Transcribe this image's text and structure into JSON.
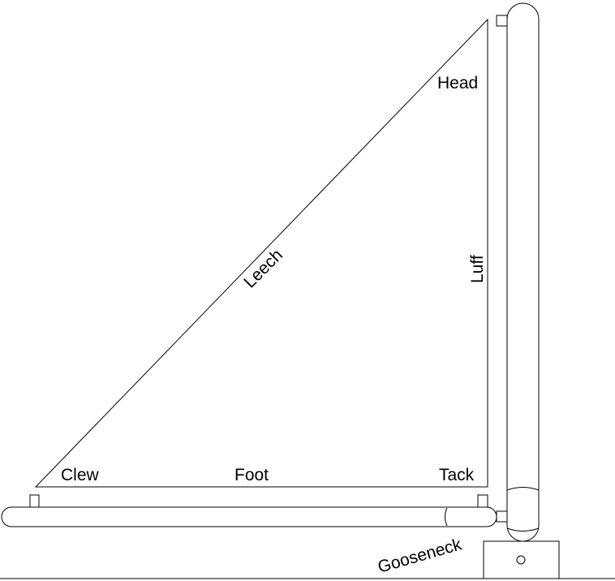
{
  "labels": {
    "head": "Head",
    "luff": "Luff",
    "leech": "Leech",
    "clew": "Clew",
    "foot": "Foot",
    "tack": "Tack",
    "gooseneck": "Gooseneck"
  },
  "colors": {
    "line": "#000000",
    "background": "#ffffff"
  }
}
